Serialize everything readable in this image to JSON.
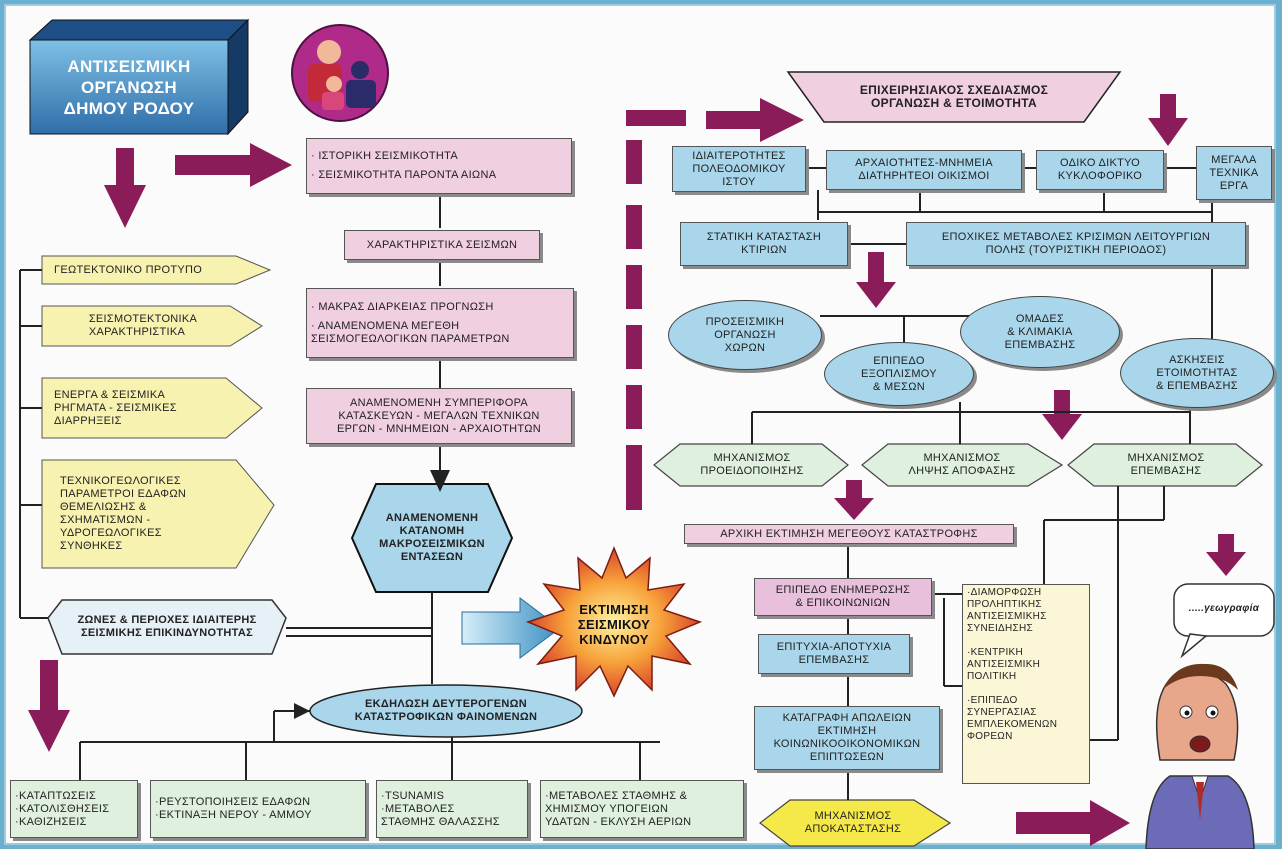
{
  "title": "ΑΝΤΙΣΕΙΣΜΙΚΗ\nΟΡΓΑΝΩΣΗ\nΔΗΜΟΥ ΡΟΔΟΥ",
  "center": {
    "history": [
      "· ΙΣΤΟΡΙΚΗ ΣΕΙΣΜΙΚΟΤΗΤΑ",
      "· ΣΕΙΣΜΙΚΟΤΗΤΑ ΠΑΡΟΝΤΑ ΑΙΩΝΑ"
    ],
    "characteristics": "ΧΑΡΑΚΤΗΡΙΣΤΙΚΑ ΣΕΙΣΜΩΝ",
    "forecast": [
      "· ΜΑΚΡΑΣ ΔΙΑΡΚΕΙΑΣ ΠΡΟΓΝΩΣΗ",
      "· ΑΝΑΜΕΝΟΜΕΝΑ ΜΕΓΕΘΗ\nΣΕΙΣΜΟΓΕΩΛΟΓΙΚΩΝ ΠΑΡΑΜΕΤΡΩΝ"
    ],
    "behavior": "ΑΝΑΜΕΝΟΜΕΝΗ ΣΥΜΠΕΡΙΦΟΡΑ\nΚΑΤΑΣΚΕΥΩΝ - ΜΕΓΑΛΩΝ ΤΕΧΝΙΚΩΝ\nΕΡΓΩΝ - ΜΝΗΜΕΙΩΝ - ΑΡΧΑΙΟΤΗΤΩΝ",
    "distribution": "ΑΝΑΜΕΝΟΜΕΝΗ\nΚΑΤΑΝΟΜΗ\nΜΑΚΡΟΣΕΙΣΜΙΚΩΝ\nΕΝΤΑΣΕΩΝ",
    "risk": "ΕΚΤΙΜΗΣΗ\nΣΕΙΣΜΙΚΟΥ\nΚΙΝΔΥΝΟΥ",
    "secondary": "ΕΚΔΗΛΩΣΗ ΔΕΥΤΕΡΟΓΕΝΩΝ\nΚΑΤΑΣΤΡΟΦΙΚΩΝ ΦΑΙΝΟΜΕΝΩΝ"
  },
  "left": {
    "items": [
      "ΓΕΩΤΕΚΤΟΝΙΚΟ ΠΡΟΤΥΠΟ",
      "ΣΕΙΣΜΟΤΕΚΤΟΝΙΚΑ\nΧΑΡΑΚΤΗΡΙΣΤΙΚΑ",
      "ΕΝΕΡΓΑ & ΣΕΙΣΜΙΚΑ\nΡΗΓΜΑΤΑ - ΣΕΙΣΜΙΚΕΣ\nΔΙΑΡΡΗΞΕΙΣ",
      "ΤΕΧΝΙΚΟΓΕΩΛΟΓΙΚΕΣ\nΠΑΡΑΜΕΤΡΟΙ ΕΔΑΦΩΝ\nΘΕΜΕΛΙΩΣΗΣ &\nΣΧΗΜΑΤΙΣΜΩΝ -\nΥΔΡΟΓΕΩΛΟΓΙΚΕΣ\nΣΥΝΘΗΚΕΣ"
    ],
    "zones": "ΖΩΝΕΣ & ΠΕΡΙΟΧΕΣ ΙΔΙΑΙΤΕΡΗΣ\nΣΕΙΣΜΙΚΗΣ ΕΠΙΚΙΝΔΥΝΟΤΗΤΑΣ"
  },
  "bottom": [
    "·ΚΑΤΑΠΤΩΣΕΙΣ\n·ΚΑΤΟΛΙΣΘΗΣΕΙΣ\n·ΚΑΘΙΖΗΣΕΙΣ",
    "·ΡΕΥΣΤΟΠΟΙΗΣΕΙΣ ΕΔΑΦΩΝ\n·ΕΚΤΙΝΑΞΗ ΝΕΡΟΥ - ΑΜΜΟΥ",
    "·TSUNAMIS\n·ΜΕΤΑΒΟΛΕΣ\nΣΤΑΘΜΗΣ ΘΑΛΑΣΣΗΣ",
    "·ΜΕΤΑΒΟΛΕΣ ΣΤΑΘΜΗΣ &\nΧΗΜΙΣΜΟΥ ΥΠΟΓΕΙΩΝ\nΥΔΑΤΩΝ - ΕΚΛΥΣΗ ΑΕΡΙΩΝ"
  ],
  "right": {
    "header": "ΕΠΙΧΕΙΡΗΣΙΑΚΟΣ ΣΧΕΔΙΑΣΜΟΣ\nΟΡΓΑΝΩΣΗ & ΕΤΟΙΜΟΤΗΤΑ",
    "top_boxes": [
      "ΙΔΙΑΙΤΕΡΟΤΗΤΕΣ\nΠΟΛΕΟΔΟΜΙΚΟΥ\nΙΣΤΟΥ",
      "ΑΡΧΑΙΟΤΗΤΕΣ-ΜΝΗΜΕΙΑ\nΔΙΑΤΗΡΗΤΕΟΙ ΟΙΚΙΣΜΟΙ",
      "ΟΔΙΚΟ ΔΙΚΤΥΟ\nΚΥΚΛΟΦΟΡΙΚΟ",
      "ΜΕΓΑΛΑ\nΤΕΧΝΙΚΑ\nΕΡΓΑ"
    ],
    "static": "ΣΤΑΤΙΚΗ ΚΑΤΑΣΤΑΣΗ\nΚΤΙΡΙΩΝ",
    "seasonal": "ΕΠΟΧΙΚΕΣ ΜΕΤΑΒΟΛΕΣ ΚΡΙΣΙΜΩΝ ΛΕΙΤΟΥΡΓΙΩΝ\nΠΟΛΗΣ (ΤΟΥΡΙΣΤΙΚΗ ΠΕΡΙΟΔΟΣ)",
    "ovals": [
      "ΠΡΟΣΕΙΣΜΙΚΗ\nΟΡΓΑΝΩΣΗ\nΧΩΡΩΝ",
      "ΟΜΑΔΕΣ\n& ΚΛΙΜΑΚΙΑ\nΕΠΕΜΒΑΣΗΣ",
      "ΕΠΙΠΕΔΟ\nΕΞΟΠΛΙΣΜΟΥ\n& ΜΕΣΩΝ",
      "ΑΣΚΗΣΕΙΣ\nΕΤΟΙΜΟΤΗΤΑΣ\n& ΕΠΕΜΒΑΣΗΣ"
    ],
    "mechanisms": [
      "ΜΗΧΑΝΙΣΜΟΣ\nΠΡΟΕΙΔΟΠΟΙΗΣΗΣ",
      "ΜΗΧΑΝΙΣΜΟΣ\nΛΗΨΗΣ ΑΠΟΦΑΣΗΣ",
      "ΜΗΧΑΝΙΣΜΟΣ\nΕΠΕΜΒΑΣΗΣ"
    ],
    "initial": "ΑΡΧΙΚΗ ΕΚΤΙΜΗΣΗ ΜΕΓΕΘΟΥΣ ΚΑΤΑΣΤΡΟΦΗΣ",
    "info": "ΕΠΙΠΕΔΟ ΕΝΗΜΕΡΩΣΗΣ\n& ΕΠΙΚΟΙΝΩΝΙΩΝ",
    "success": "ΕΠΙΤΥΧΙΑ-ΑΠΟΤΥΧΙΑ\nΕΠΕΜΒΑΣΗΣ",
    "losses": "ΚΑΤΑΓΡΑΦΗ ΑΠΩΛΕΙΩΝ\nΕΚΤΙΜΗΣΗ\nΚΟΙΝΩΝΙΚΟΟΙΚΟΝΟΜΙΚΩΝ\nΕΠΙΠΤΩΣΕΩΝ",
    "restoration": "ΜΗΧΑΝΙΣΜΟΣ\nΑΠΟΚΑΤΑΣΤΑΣΗΣ",
    "policy": "·ΔΙΑΜΟΡΦΩΣΗ\nΠΡΟΛΗΠΤΙΚΗΣ\nΑΝΤΙΣΕΙΣΜΙΚΗΣ\nΣΥΝΕΙΔΗΣΗΣ\n\n·ΚΕΝΤΡΙΚΗ\nΑΝΤΙΣΕΙΣΜΙΚΗ\nΠΟΛΙΤΙΚΗ\n\n·ΕΠΙΠΕΔΟ\nΣΥΝΕΡΓΑΣΙΑΣ\nΕΜΠΛΕΚΟΜΕΝΩΝ\nΦΟΡΕΩΝ",
    "speech": ".....γεωγραφία"
  },
  "colors": {
    "arrow": "#8b1c5a",
    "pink": "#f0cfe0",
    "blue": "#a9d6ea",
    "yellow": "#f7f2b0",
    "green": "#dff0de"
  }
}
